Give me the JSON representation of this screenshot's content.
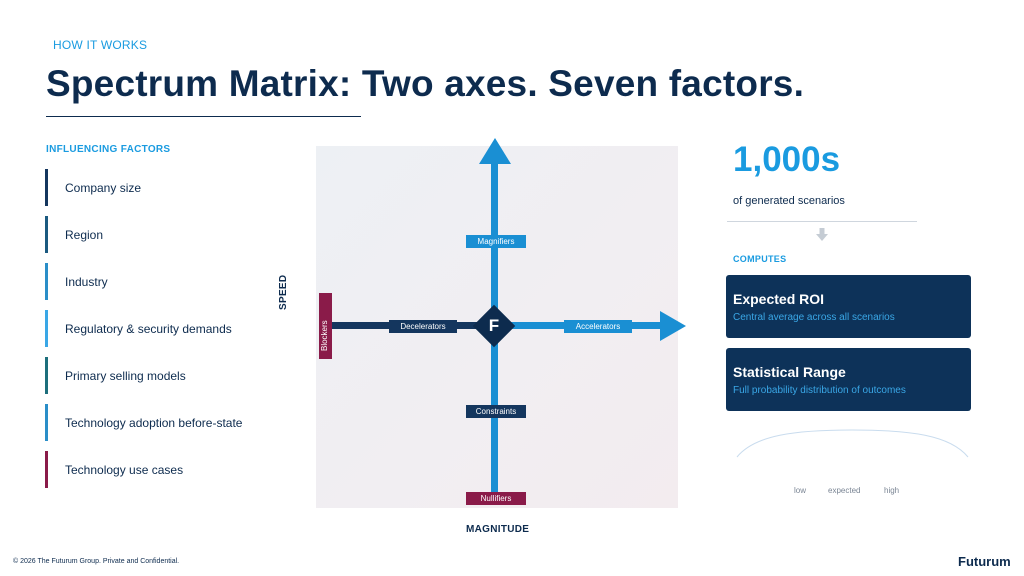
{
  "header": {
    "eyebrow": "HOW IT WORKS",
    "title": "Spectrum Matrix: Two axes. Seven factors."
  },
  "factors": {
    "heading": "INFLUENCING FACTORS",
    "items": [
      {
        "label": "Company size",
        "color": "#14365e"
      },
      {
        "label": "Region",
        "color": "#1b5a80"
      },
      {
        "label": "Industry",
        "color": "#2a8ec8"
      },
      {
        "label": "Regulatory & security demands",
        "color": "#3aa7e6"
      },
      {
        "label": "Primary selling models",
        "color": "#1d6f7c"
      },
      {
        "label": "Technology adoption before-state",
        "color": "#2a8ec8"
      },
      {
        "label": "Technology use cases",
        "color": "#8a1b49"
      }
    ]
  },
  "matrix": {
    "y_axis_label": "SPEED",
    "x_axis_label": "MAGNITUDE",
    "center_mark": "F",
    "tags": {
      "magnifiers": "Magnifiers",
      "decelerators": "Decelerators",
      "accelerators": "Accelerators",
      "constraints": "Constraints",
      "nullifiers": "Nullifiers",
      "blockers": "Blockers"
    },
    "colors": {
      "light": "#1a8fd3",
      "dark": "#14365e",
      "red": "#8a1b49"
    }
  },
  "results": {
    "big_number": "1,000s",
    "big_number_caption": "of generated scenarios",
    "computes_heading": "COMPUTES",
    "cards": [
      {
        "title": "Expected ROI",
        "subtitle": "Central average across all scenarios"
      },
      {
        "title": "Statistical Range",
        "subtitle": "Full probability distribution of outcomes"
      }
    ],
    "distribution_labels": {
      "low": "low",
      "expected": "expected",
      "high": "high"
    }
  },
  "footer": {
    "copyright": "© 2026 The Futurum Group. Private and Confidential.",
    "logo": "Futurum"
  }
}
